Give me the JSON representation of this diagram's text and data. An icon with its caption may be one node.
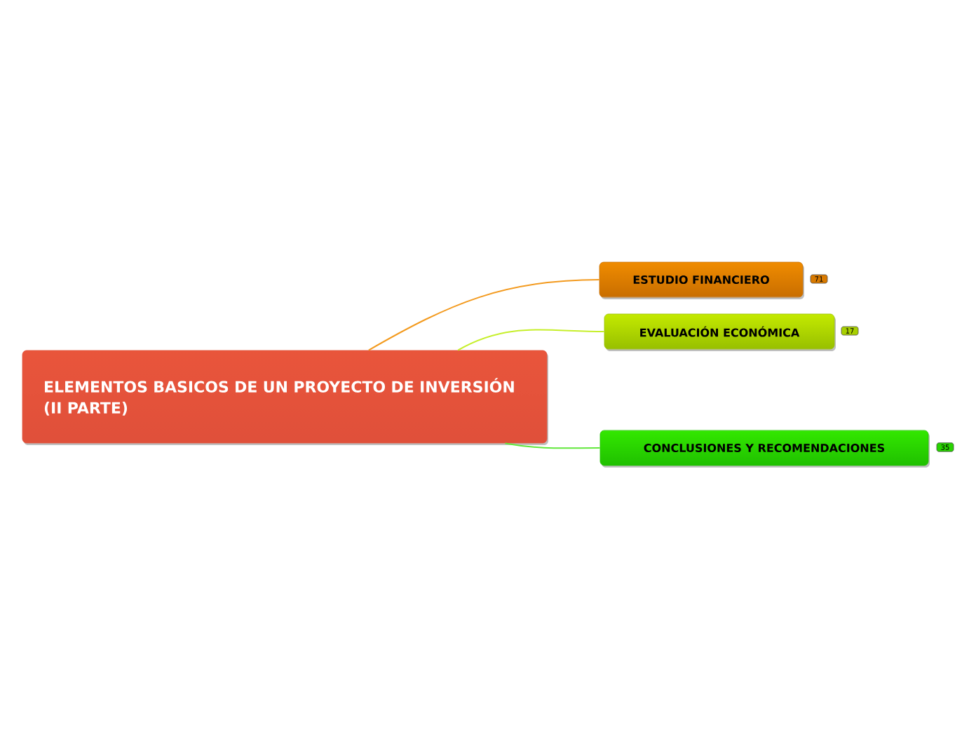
{
  "diagram": {
    "nodes": [
      {
        "text": [
          "ELEMENTOS BASICOS DE UN PROYECTO DE INVERSIÓN (II PARTE)"
        ]
      },
      {
        "text": [
          "ESTUDIO FINANCIERO"
        ],
        "beside": [
          "71"
        ]
      },
      {
        "text": [
          "EVALUACIÓN ECONÓMICA"
        ],
        "beside": [
          "17"
        ]
      },
      {
        "text": [
          "CONCLUSIONES Y RECOMENDACIONES"
        ],
        "beside": [
          "35"
        ]
      }
    ],
    "edges": [
      {
        "from": 0,
        "to": 1,
        "arrow": "none",
        "color": "#f39a1e"
      },
      {
        "from": 0,
        "to": 2,
        "arrow": "none",
        "color": "#c6ef2a"
      },
      {
        "from": 0,
        "to": 3,
        "arrow": "none",
        "color": "#62e83c"
      }
    ]
  }
}
